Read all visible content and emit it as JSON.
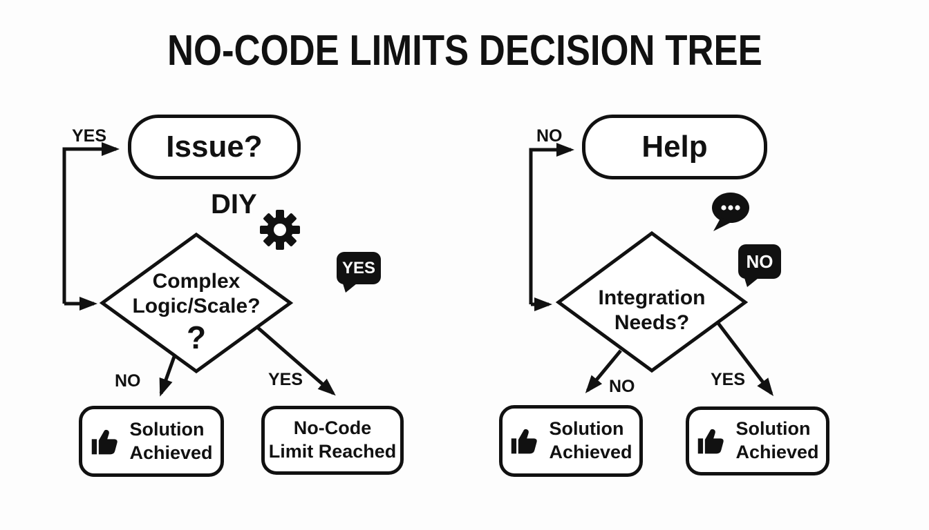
{
  "title": "NO-CODE LIMITS DECISION TREE",
  "colors": {
    "ink": "#111111",
    "paper": "#fdfdfd",
    "bubble_text": "#ffffff"
  },
  "left_flow": {
    "loop_label": "YES",
    "start_node": "Issue?",
    "approach_label": "DIY",
    "gear_icon": "gear-icon",
    "decision_line1": "Complex",
    "decision_line2": "Logic/Scale?",
    "decision_mark": "?",
    "callout": "YES",
    "branch_no": "NO",
    "branch_yes": "YES",
    "outcome_no_icon": "thumbs-up-icon",
    "outcome_no_line1": "Solution",
    "outcome_no_line2": "Achieved",
    "outcome_yes_line1": "No-Code",
    "outcome_yes_line2": "Limit Reached"
  },
  "right_flow": {
    "loop_label": "NO",
    "start_node": "Help",
    "chat_icon": "chat-bubble-icon",
    "decision_line1": "Integration",
    "decision_line2": "Needs?",
    "callout": "NO",
    "branch_no": "NO",
    "branch_yes": "YES",
    "outcome_no_icon": "thumbs-up-icon",
    "outcome_no_line1": "Solution",
    "outcome_no_line2": "Achieved",
    "outcome_yes_icon": "thumbs-up-icon",
    "outcome_yes_line1": "Solution",
    "outcome_yes_line2": "Achieved"
  }
}
